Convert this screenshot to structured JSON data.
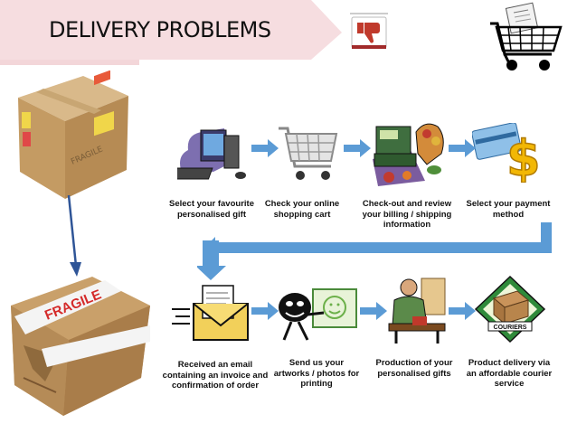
{
  "header": {
    "title": "DELIVERY PROBLEMS",
    "banner_color": "#f6dde0"
  },
  "icons": {
    "thumbs_down": "thumbs-down-icon",
    "shopping_cart": "shopping-cart-icon"
  },
  "colors": {
    "arrow_blue": "#5b9bd5",
    "down_arrow": "#2f5597"
  },
  "process": {
    "row1": [
      {
        "icon": "computer-icon",
        "label": "Select your favourite personalised gift"
      },
      {
        "icon": "shopping-cart-icon",
        "label": "Check your online shopping cart"
      },
      {
        "icon": "cash-register-icon",
        "label": "Check-out and review your billing / shipping information"
      },
      {
        "icon": "payment-card-icon",
        "label": "Select your payment method"
      }
    ],
    "row2": [
      {
        "icon": "email-envelope-icon",
        "label": "Received an email containing an invoice and confirmation of order"
      },
      {
        "icon": "artwork-icon",
        "label": "Send us your artworks / photos for printing"
      },
      {
        "icon": "craftsman-icon",
        "label": "Production of your personalised gifts"
      },
      {
        "icon": "courier-box-icon",
        "label": "Product delivery via an affordable courier service",
        "badge": "COURIERS"
      }
    ]
  },
  "boxes": {
    "good_box_label": "FRAGILE",
    "damaged_box_label": "FRAGILE"
  }
}
